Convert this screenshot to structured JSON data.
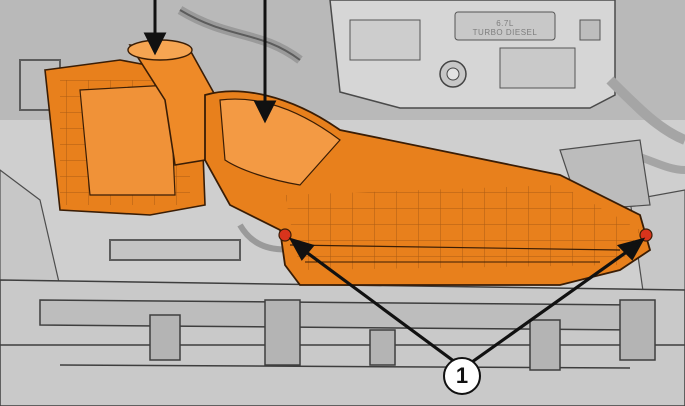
{
  "illustration": {
    "engine_cover_text": [
      "6.7L",
      "TURBO DIESEL"
    ],
    "callout_number": "1",
    "colors": {
      "engine_bay_gray": "#bfbfbf",
      "component_orange": "#e8801c",
      "highlight_orange": "#f6a552",
      "line_dark": "#1a1a1a",
      "bolt_red": "#d9341c"
    },
    "icons": [
      "down-arrow-icon",
      "leader-arrow-icon",
      "bolt-icon"
    ]
  }
}
